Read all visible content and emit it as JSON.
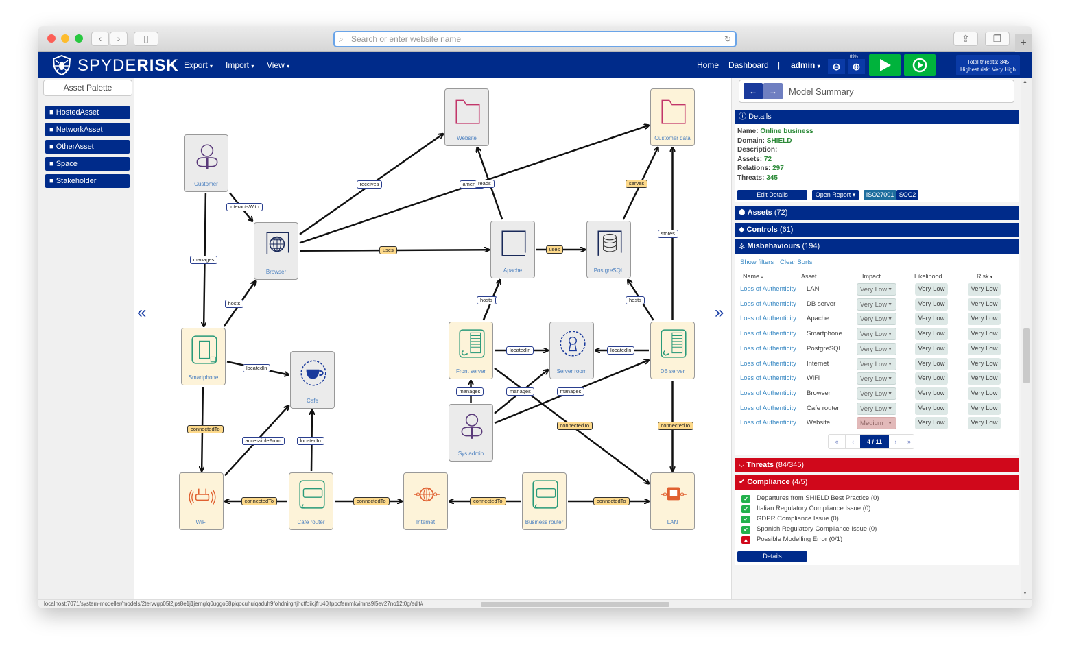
{
  "browser": {
    "url_placeholder": "Search or enter website name",
    "status_url": "localhost:7071/system-modeller/models/2tervvgp05l2jps8e1j1jernglq0uggo58pjqocuhuiqaduh9fohdnirgrtjhctfoiicjfru40jfppcfemmkvimns9l5ev27no12t0g/edit#"
  },
  "app": {
    "brand_light": "SPYDE",
    "brand_bold": "RISK",
    "menus": [
      "Export",
      "Import",
      "View"
    ],
    "nav_home": "Home",
    "nav_dashboard": "Dashboard",
    "nav_sep": "|",
    "user": "admin",
    "zoom_level": "89%",
    "threat_summary_line1": "Total threats: 345",
    "threat_summary_line2": "Highest risk: Very High",
    "colors": {
      "navy": "#002b8a",
      "green": "#00b33c",
      "red": "#d0081b"
    }
  },
  "palette": {
    "title": "Asset Palette",
    "items": [
      "HostedAsset",
      "NetworkAsset",
      "OtherAsset",
      "Space",
      "Stakeholder"
    ]
  },
  "canvas": {
    "collapse_left": "«",
    "collapse_right": "»",
    "nodes": [
      {
        "id": "customer",
        "label": "Customer",
        "icon": "person-icon",
        "style": "grey"
      },
      {
        "id": "browser",
        "label": "Browser",
        "icon": "globe-process-icon",
        "style": "grey"
      },
      {
        "id": "website",
        "label": "Website",
        "icon": "folder-icon",
        "style": "grey"
      },
      {
        "id": "customer-data",
        "label": "Customer data",
        "icon": "folder-icon",
        "style": "cream"
      },
      {
        "id": "apache",
        "label": "Apache",
        "icon": "process-icon",
        "style": "grey"
      },
      {
        "id": "postgresql",
        "label": "PostgreSQL",
        "icon": "database-process-icon",
        "style": "grey"
      },
      {
        "id": "smartphone",
        "label": "Smartphone",
        "icon": "smartphone-icon",
        "style": "cream"
      },
      {
        "id": "cafe",
        "label": "Cafe",
        "icon": "cup-icon",
        "style": "grey"
      },
      {
        "id": "front-server",
        "label": "Front server",
        "icon": "server-icon",
        "style": "cream"
      },
      {
        "id": "server-room",
        "label": "Server room",
        "icon": "keyhole-icon",
        "style": "grey"
      },
      {
        "id": "db-server",
        "label": "DB server",
        "icon": "server-icon",
        "style": "cream"
      },
      {
        "id": "sys-admin",
        "label": "Sys admin",
        "icon": "person-icon",
        "style": "grey"
      },
      {
        "id": "wifi",
        "label": "WiFi",
        "icon": "wifi-router-icon",
        "style": "cream"
      },
      {
        "id": "cafe-router",
        "label": "Cafe router",
        "icon": "router-icon",
        "style": "cream"
      },
      {
        "id": "internet",
        "label": "Internet",
        "icon": "internet-icon",
        "style": "cream"
      },
      {
        "id": "business-router",
        "label": "Business router",
        "icon": "router-icon",
        "style": "cream"
      },
      {
        "id": "lan",
        "label": "LAN",
        "icon": "lan-port-icon",
        "style": "cream"
      }
    ],
    "edges": [
      {
        "from": "customer",
        "to": "browser",
        "label": "interactsWith",
        "style": "blue"
      },
      {
        "from": "customer",
        "to": "smartphone",
        "label": "manages",
        "style": "blue"
      },
      {
        "from": "smartphone",
        "to": "browser",
        "label": "hosts",
        "style": "blue"
      },
      {
        "from": "browser",
        "to": "website",
        "label": "receives",
        "style": "blue"
      },
      {
        "from": "browser",
        "to": "customer-data",
        "label": "amends",
        "style": "blue"
      },
      {
        "from": "browser",
        "to": "apache",
        "label": "uses",
        "style": "yellow"
      },
      {
        "from": "front-server",
        "to": "apache",
        "label": "stores",
        "style": "blue"
      },
      {
        "from": "apache",
        "to": "website",
        "label": "reads",
        "style": "blue"
      },
      {
        "from": "apache",
        "to": "postgresql",
        "label": "uses",
        "style": "yellow"
      },
      {
        "from": "postgresql",
        "to": "customer-data",
        "label": "serves",
        "style": "yellow"
      },
      {
        "from": "db-server",
        "to": "customer-data",
        "label": "stores",
        "style": "blue"
      },
      {
        "from": "front-server",
        "to": "apache",
        "label": "hosts",
        "style": "blue"
      },
      {
        "from": "db-server",
        "to": "postgresql",
        "label": "hosts",
        "style": "blue"
      },
      {
        "from": "smartphone",
        "to": "cafe",
        "label": "locatedIn",
        "style": "blue"
      },
      {
        "from": "front-server",
        "to": "server-room",
        "label": "locatedIn",
        "style": "blue"
      },
      {
        "from": "db-server",
        "to": "server-room",
        "label": "locatedIn",
        "style": "blue"
      },
      {
        "from": "sys-admin",
        "to": "front-server",
        "label": "manages",
        "style": "blue"
      },
      {
        "from": "sys-admin",
        "to": "server-room",
        "label": "manages",
        "style": "blue"
      },
      {
        "from": "sys-admin",
        "to": "db-server",
        "label": "manages",
        "style": "blue"
      },
      {
        "from": "front-server",
        "to": "lan",
        "label": "connectedTo",
        "style": "yellow"
      },
      {
        "from": "db-server",
        "to": "lan",
        "label": "connectedTo",
        "style": "yellow"
      },
      {
        "from": "smartphone",
        "to": "wifi",
        "label": "connectedTo",
        "style": "yellow"
      },
      {
        "from": "wifi",
        "to": "cafe",
        "label": "accessibleFrom",
        "style": "blue"
      },
      {
        "from": "cafe-router",
        "to": "cafe",
        "label": "locatedIn",
        "style": "blue"
      },
      {
        "from": "cafe-router",
        "to": "wifi",
        "label": "connectedTo",
        "style": "yellow"
      },
      {
        "from": "cafe-router",
        "to": "internet",
        "label": "connectedTo",
        "style": "yellow"
      },
      {
        "from": "business-router",
        "to": "internet",
        "label": "connectedTo",
        "style": "yellow"
      },
      {
        "from": "business-router",
        "to": "lan",
        "label": "connectedTo",
        "style": "yellow"
      }
    ]
  },
  "summary": {
    "back": "←",
    "forward": "→",
    "title": "Model Summary",
    "details": {
      "header": "Details",
      "name_label": "Name:",
      "name": "Online business",
      "domain_label": "Domain:",
      "domain": "SHIELD",
      "description_label": "Description:",
      "assets_label": "Assets:",
      "assets": "72",
      "relations_label": "Relations:",
      "relations": "297",
      "threats_label": "Threats:",
      "threats": "345",
      "edit_btn": "Edit Details",
      "report_btn": "Open Report",
      "tags": [
        "ISO27001",
        "SOC2"
      ]
    },
    "assets_header": "Assets",
    "assets_count": "(72)",
    "controls_header": "Controls",
    "controls_count": "(61)",
    "misbehaviours_header": "Misbehaviours",
    "misbehaviours_count": "(194)",
    "show_filters": "Show filters",
    "clear_sorts": "Clear Sorts",
    "columns": [
      "Name",
      "Asset",
      "Impact",
      "Likelihood",
      "Risk"
    ],
    "rows": [
      {
        "name": "Loss of Authenticity",
        "asset": "LAN",
        "impact": "Very Low",
        "likelihood": "Very Low",
        "risk": "Very Low"
      },
      {
        "name": "Loss of Authenticity",
        "asset": "DB server",
        "impact": "Very Low",
        "likelihood": "Very Low",
        "risk": "Very Low"
      },
      {
        "name": "Loss of Authenticity",
        "asset": "Apache",
        "impact": "Very Low",
        "likelihood": "Very Low",
        "risk": "Very Low"
      },
      {
        "name": "Loss of Authenticity",
        "asset": "Smartphone",
        "impact": "Very Low",
        "likelihood": "Very Low",
        "risk": "Very Low"
      },
      {
        "name": "Loss of Authenticity",
        "asset": "PostgreSQL",
        "impact": "Very Low",
        "likelihood": "Very Low",
        "risk": "Very Low"
      },
      {
        "name": "Loss of Authenticity",
        "asset": "Internet",
        "impact": "Very Low",
        "likelihood": "Very Low",
        "risk": "Very Low"
      },
      {
        "name": "Loss of Authenticity",
        "asset": "WiFi",
        "impact": "Very Low",
        "likelihood": "Very Low",
        "risk": "Very Low"
      },
      {
        "name": "Loss of Authenticity",
        "asset": "Browser",
        "impact": "Very Low",
        "likelihood": "Very Low",
        "risk": "Very Low"
      },
      {
        "name": "Loss of Authenticity",
        "asset": "Cafe router",
        "impact": "Very Low",
        "likelihood": "Very Low",
        "risk": "Very Low"
      },
      {
        "name": "Loss of Authenticity",
        "asset": "Website",
        "impact": "Medium",
        "likelihood": "Very Low",
        "risk": "Very Low"
      }
    ],
    "pager": {
      "first": "«",
      "prev": "‹",
      "current": "4 / 11",
      "next": "›",
      "last": "»"
    },
    "threats_header": "Threats",
    "threats_count": "(84/345)",
    "compliance_header": "Compliance",
    "compliance_count": "(4/5)",
    "compliance": [
      {
        "label": "Departures from SHIELD Best Practice (0)",
        "ok": true
      },
      {
        "label": "Italian Regulatory Compliance Issue (0)",
        "ok": true
      },
      {
        "label": "GDPR Compliance Issue (0)",
        "ok": true
      },
      {
        "label": "Spanish Regulatory Compliance Issue (0)",
        "ok": true
      },
      {
        "label": "Possible Modelling Error (0/1)",
        "ok": false
      }
    ],
    "compliance_details_btn": "Details"
  }
}
